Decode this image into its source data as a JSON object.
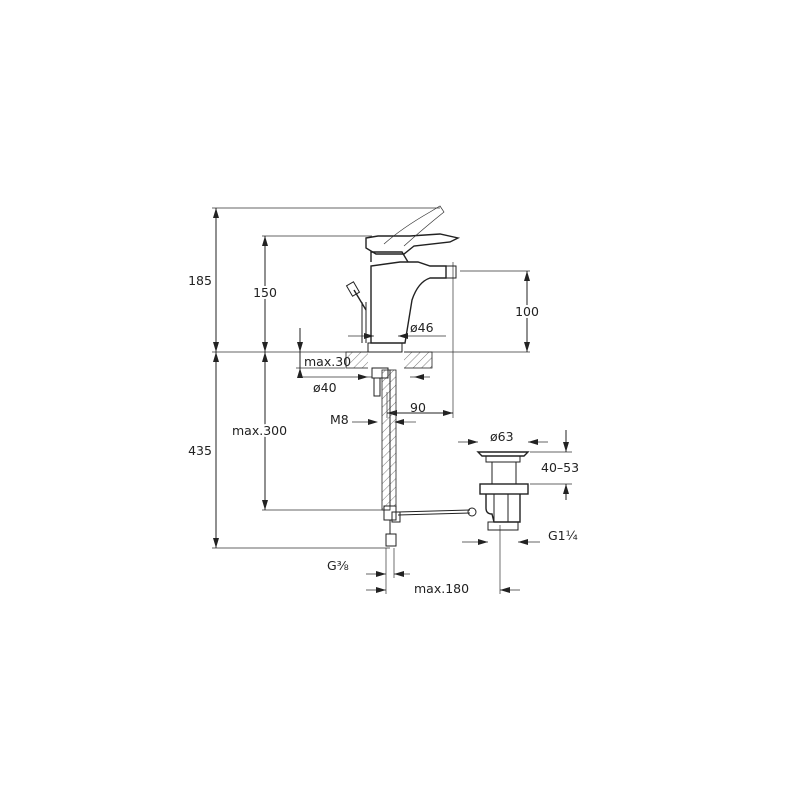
{
  "dimensions": {
    "h185": "185",
    "h150": "150",
    "h100": "100",
    "d46": "ø46",
    "max30": "max.30",
    "d40": "ø40",
    "m8": "M8",
    "w90": "90",
    "d63": "ø63",
    "h40_53": "40–53",
    "max300": "max.300",
    "h435": "435",
    "g114": "G1¼",
    "g38": "G⅜",
    "max180": "max.180"
  }
}
